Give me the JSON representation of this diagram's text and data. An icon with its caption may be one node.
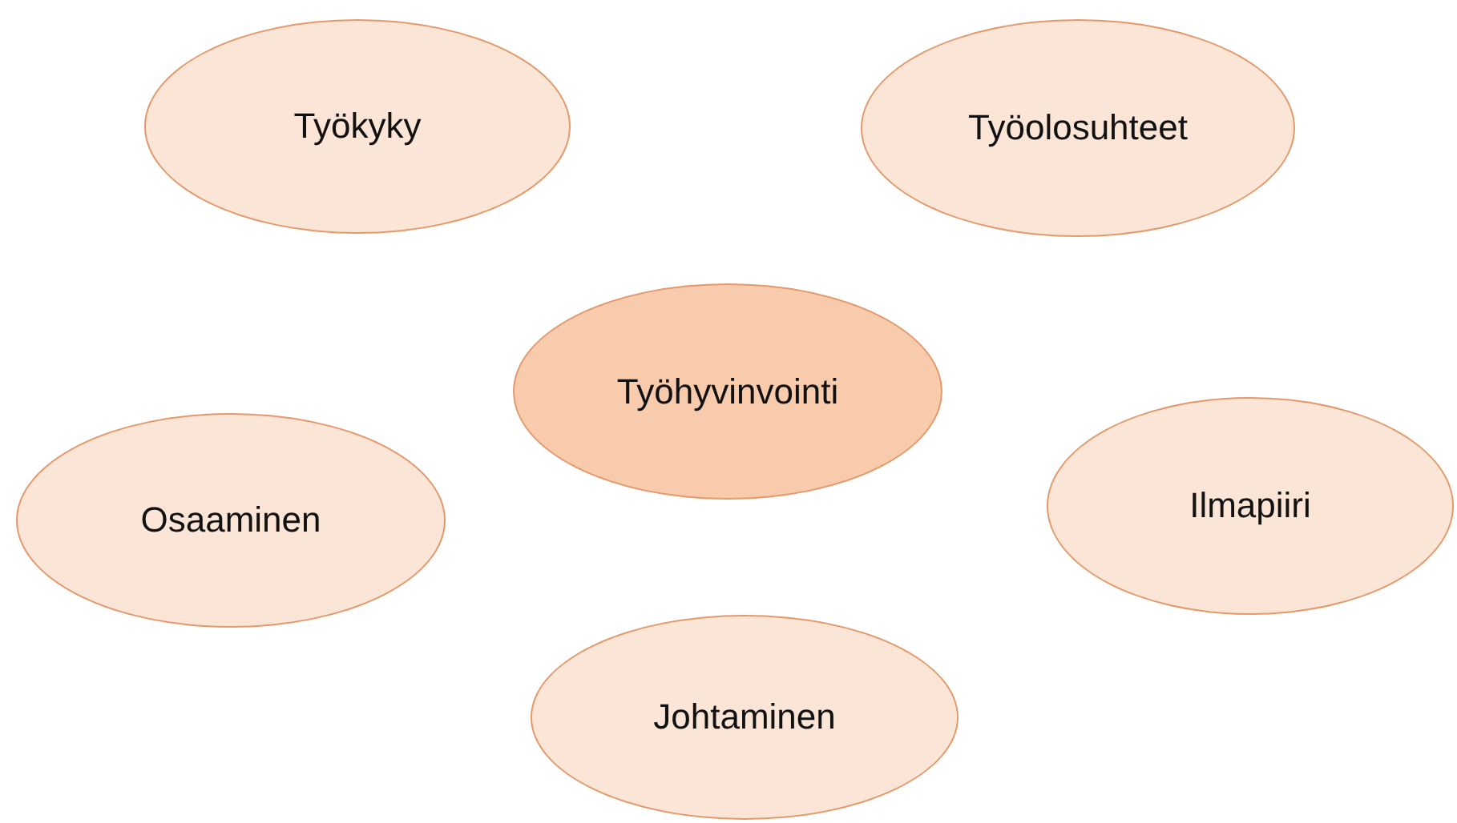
{
  "diagram": {
    "nodes": [
      {
        "text": [
          "Työkyky"
        ]
      },
      {
        "text": [
          "Työolosuhteet"
        ]
      },
      {
        "text": [
          "Työhyvinvointi"
        ]
      },
      {
        "text": [
          "Osaaminen"
        ]
      },
      {
        "text": [
          "Ilmapiiri"
        ]
      },
      {
        "text": [
          "Johtaminen"
        ]
      }
    ]
  }
}
